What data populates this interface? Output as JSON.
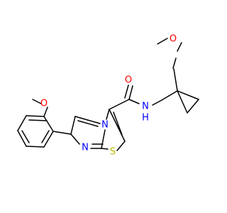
{
  "molecule": {
    "atoms": {
      "methoxy_o_top": {
        "label": "O",
        "color": "#ff0000"
      },
      "methoxy_o_left": {
        "label": "O",
        "color": "#ff0000"
      },
      "carbonyl_o": {
        "label": "O",
        "color": "#ff0000"
      },
      "amide_n": {
        "label": "N",
        "color": "#0000ff"
      },
      "amide_h": {
        "label": "H",
        "color": "#0000ff"
      },
      "ring_n_bridge": {
        "label": "N",
        "color": "#0000ff"
      },
      "ring_n_imidazole": {
        "label": "N",
        "color": "#0000ff"
      },
      "ring_s": {
        "label": "S",
        "color": "#b8b800"
      }
    },
    "bond_color": "#000000"
  }
}
